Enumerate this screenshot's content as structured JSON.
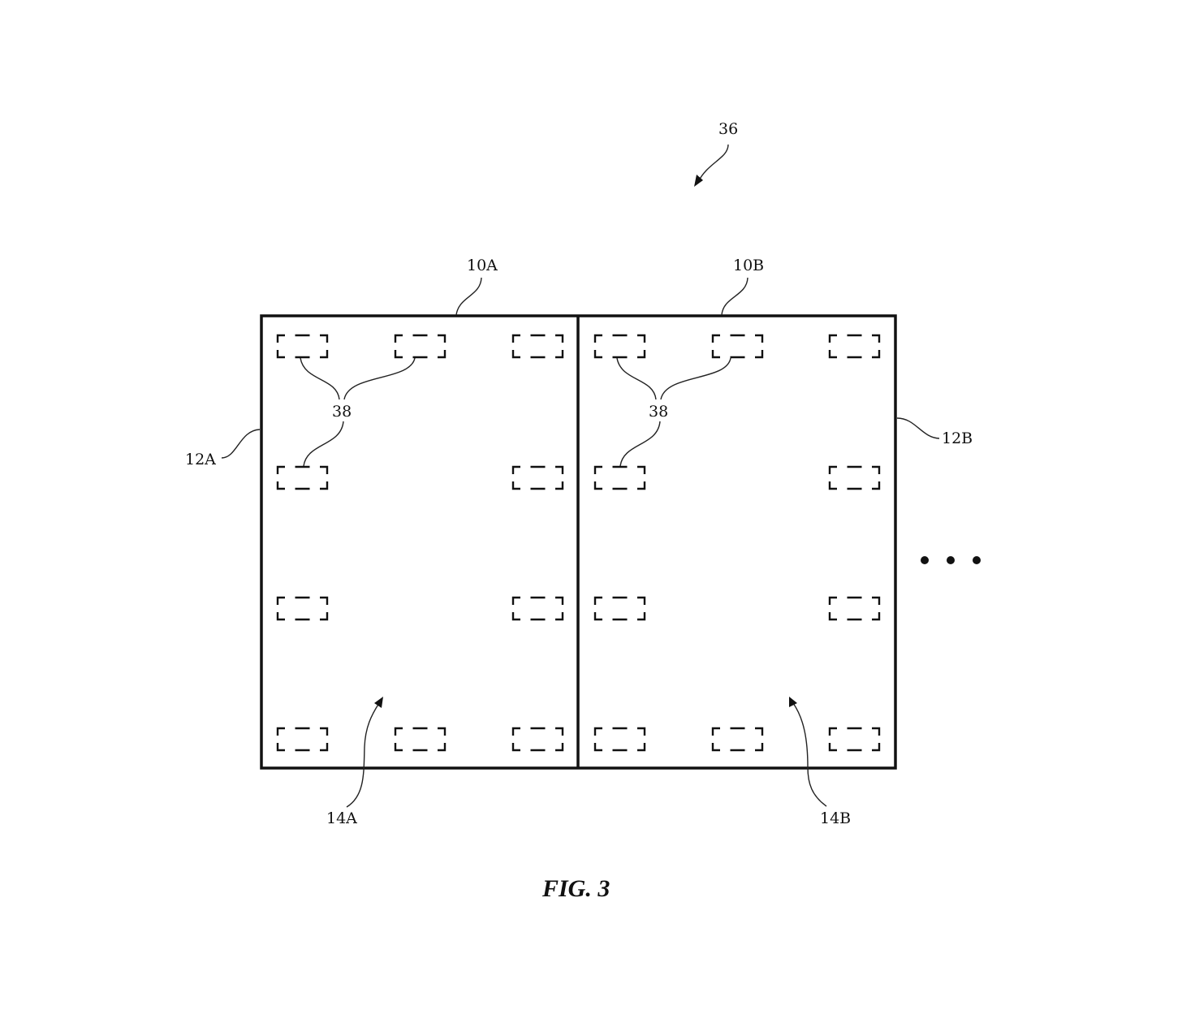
{
  "figure": {
    "caption": "FIG. 3",
    "assembly_label": "36",
    "panels": [
      {
        "id": "A",
        "panel_label": "10A",
        "edge_label": "12A",
        "region_label": "14A",
        "component_label": "38"
      },
      {
        "id": "B",
        "panel_label": "10B",
        "edge_label": "12B",
        "region_label": "14B",
        "component_label": "38"
      }
    ],
    "continuation": "ellipsis-dots",
    "component_grid": {
      "description": "dashed rectangular components arranged in 4 rows per panel",
      "rows": [
        [
          "left",
          "center",
          "right"
        ],
        [
          "left",
          "right"
        ],
        [
          "left",
          "right"
        ],
        [
          "left",
          "center",
          "right"
        ]
      ]
    }
  }
}
